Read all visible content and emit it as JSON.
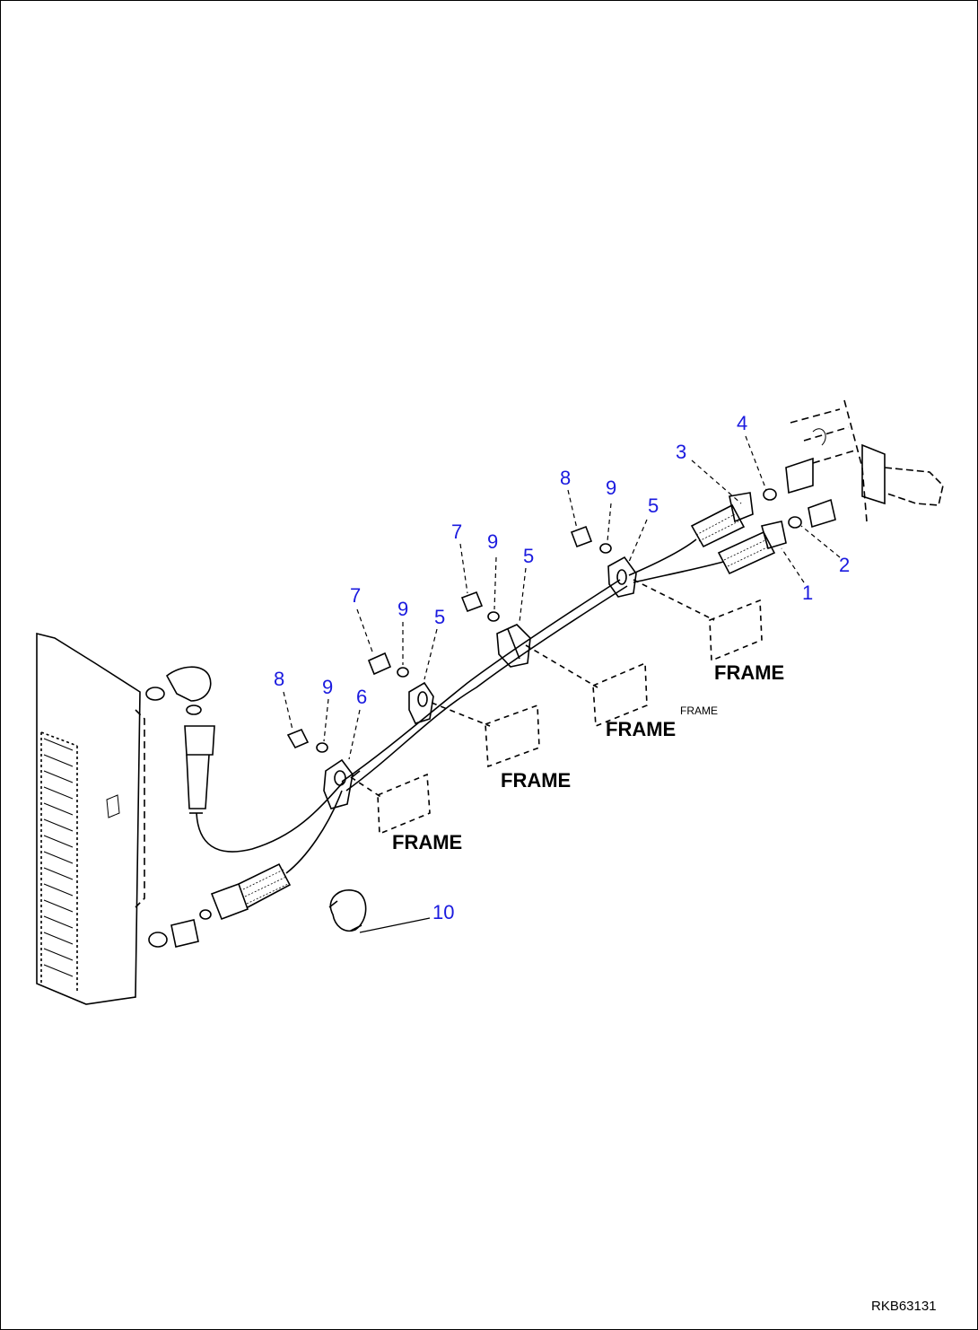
{
  "callouts": [
    {
      "id": "c1",
      "text": "1"
    },
    {
      "id": "c2",
      "text": "2"
    },
    {
      "id": "c3",
      "text": "3"
    },
    {
      "id": "c4",
      "text": "4"
    },
    {
      "id": "c5a",
      "text": "5"
    },
    {
      "id": "c5b",
      "text": "5"
    },
    {
      "id": "c5c",
      "text": "5"
    },
    {
      "id": "c6",
      "text": "6"
    },
    {
      "id": "c7a",
      "text": "7"
    },
    {
      "id": "c7b",
      "text": "7"
    },
    {
      "id": "c8a",
      "text": "8"
    },
    {
      "id": "c8b",
      "text": "8"
    },
    {
      "id": "c9a",
      "text": "9"
    },
    {
      "id": "c9b",
      "text": "9"
    },
    {
      "id": "c9c",
      "text": "9"
    },
    {
      "id": "c9d",
      "text": "9"
    },
    {
      "id": "c10",
      "text": "10"
    }
  ],
  "frame_labels": [
    "FRAME",
    "FRAME",
    "FRAME",
    "FRAME"
  ],
  "frame_small": "FRAME",
  "drawing_id": "RKB63131",
  "colors": {
    "callout": "#1a1adf",
    "line": "#000000"
  }
}
